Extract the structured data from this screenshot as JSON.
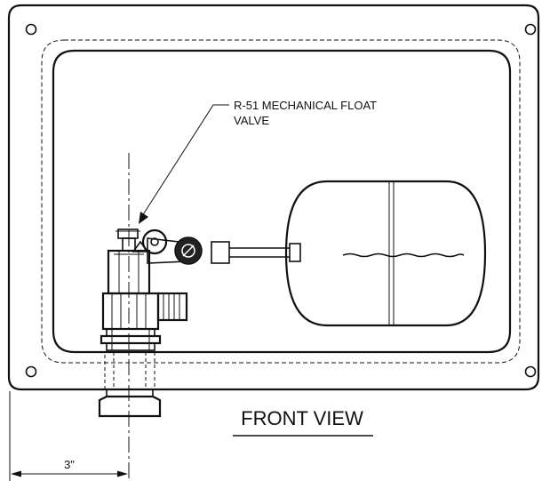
{
  "callout": {
    "line1": "R-51 MECHANICAL FLOAT",
    "line2": "VALVE"
  },
  "view_title": "FRONT VIEW",
  "dimension_label": "3\""
}
